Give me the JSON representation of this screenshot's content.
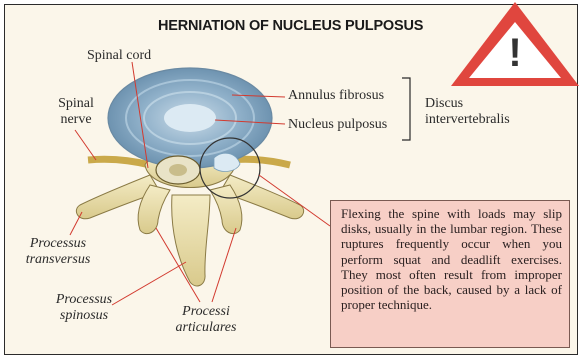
{
  "title": "HERNIATION OF NUCLEUS PULPOSUS",
  "labels": {
    "spinal_cord": "Spinal cord",
    "spinal_nerve_1": "Spinal",
    "spinal_nerve_2": "nerve",
    "annulus_fibrosus": "Annulus fibrosus",
    "nucleus_pulposus": "Nucleus pulposus",
    "discus_1": "Discus",
    "discus_2": "intervertebralis",
    "proc_transversus_1": "Processus",
    "proc_transversus_2": "transversus",
    "proc_spinosus_1": "Processus",
    "proc_spinosus_2": "spinosus",
    "proc_articulares_1": "Processi",
    "proc_articulares_2": "articulares"
  },
  "note": "Flexing the spine with loads may slip disks, usually in the lumbar region. These ruptures frequently occur when you perform squat and deadlift exercises. They most often result from improper position of the back, caused by a lack of proper technique.",
  "warning_symbol": "!",
  "colors": {
    "warning_red": "#e0463e",
    "note_bg": "#f7cfc6",
    "disc_blue": "#9bb9cf",
    "bone": "#eee3b4",
    "pointer_red": "#d23a2f"
  },
  "icons": [
    "warning-triangle-icon"
  ]
}
